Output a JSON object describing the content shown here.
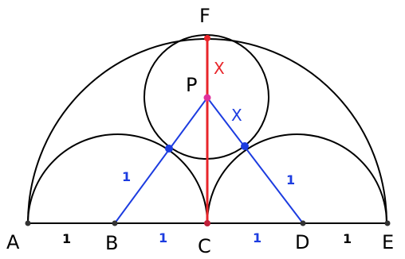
{
  "colors": {
    "black": "#000000",
    "red": "#e8252a",
    "blue": "#1c3ce0",
    "magenta": "#e0309c",
    "point": "#333333"
  },
  "points": {
    "A": "A",
    "B": "B",
    "C": "C",
    "D": "D",
    "E": "E",
    "F": "F",
    "P": "P"
  },
  "segment_labels": {
    "AB": "1",
    "BC": "1",
    "CD": "1",
    "DE": "1",
    "BP": "1",
    "DP": "1"
  },
  "unknowns": {
    "PF": "X",
    "tangent": "X"
  }
}
